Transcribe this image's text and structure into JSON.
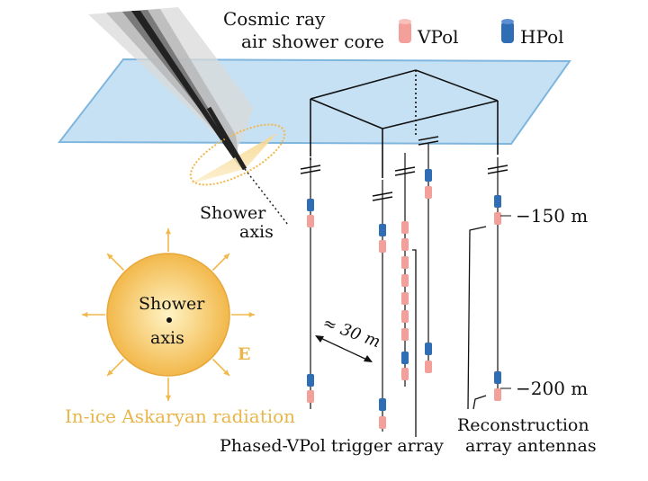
{
  "title_line1": "Cosmic ray",
  "title_line2": "air shower core",
  "legend": {
    "vpol_label": "VPol",
    "hpol_label": "HPol",
    "vpol_color": "#f4a09a",
    "hpol_color": "#2f6db5"
  },
  "shower_axis_line1": "Shower",
  "shower_axis_line2": "axis",
  "circle_text_line1": "Shower",
  "circle_text_line2": "axis",
  "efield_label": "E",
  "spacing_label": "≈ 30 m",
  "depth_150": "−150 m",
  "depth_200": "−200 m",
  "askaryan_label": "In-ice Askaryan radiation",
  "phased_label": "Phased-VPol trigger array",
  "reco_line1": "Reconstruction",
  "reco_line2": "array antennas",
  "colors": {
    "ice": "#bcdcf2",
    "ice_edge": "#7fb6de",
    "askaryan": "#f2b84b",
    "askaryan_text": "#e8b64a",
    "shower_dark": "#222222"
  }
}
